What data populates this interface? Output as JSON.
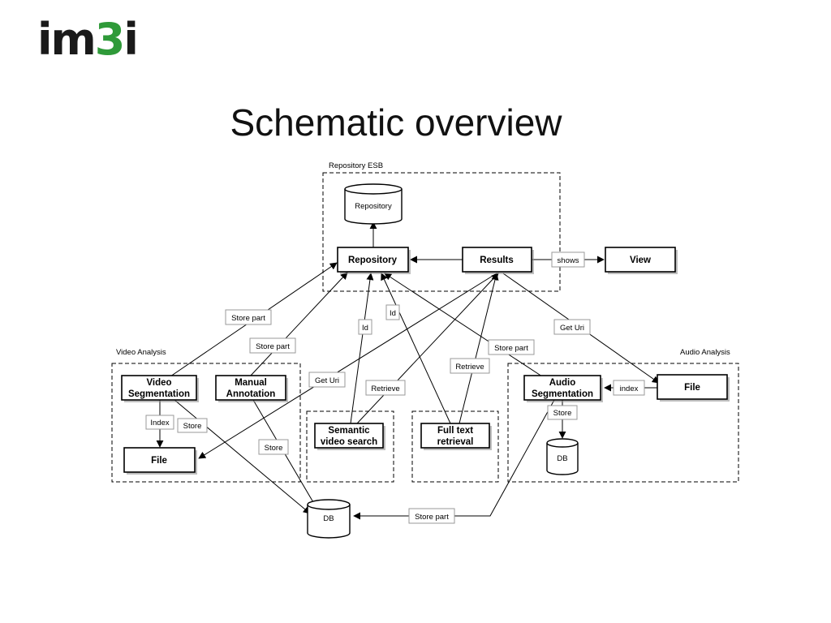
{
  "logo": {
    "prefix": "im",
    "mid": "3",
    "suffix": "i"
  },
  "title": "Schematic overview",
  "groups": {
    "repository_esb": "Repository ESB",
    "video_analysis": "Video Analysis",
    "audio_analysis": "Audio Analysis"
  },
  "stores": {
    "repository": "Repository",
    "db_audio": "DB",
    "db_main": "DB"
  },
  "nodes": {
    "repository": "Repository",
    "results": "Results",
    "view": "View",
    "video_segmentation": [
      "Video",
      "Segmentation"
    ],
    "manual_annotation": [
      "Manual",
      "Annotation"
    ],
    "file_video": "File",
    "semantic_video_search": [
      "Semantic",
      "video search"
    ],
    "full_text_retrieval": [
      "Full text",
      "retrieval"
    ],
    "audio_segmentation": [
      "Audio",
      "Segmentation"
    ],
    "file_audio": "File"
  },
  "edge_labels": {
    "shows": "shows",
    "store_part_1": "Store part",
    "store_part_2": "Store part",
    "id_1": "Id",
    "id_2": "Id",
    "get_uri_1": "Get Uri",
    "get_uri_2": "Get Uri",
    "store_part_3": "Store part",
    "retrieve_1": "Retrieve",
    "retrieve_2": "Retrieve",
    "index_video": "Index",
    "store_video": "Store",
    "store_manual": "Store",
    "index_audio": "index",
    "store_audio": "Store",
    "store_part_db": "Store part"
  }
}
